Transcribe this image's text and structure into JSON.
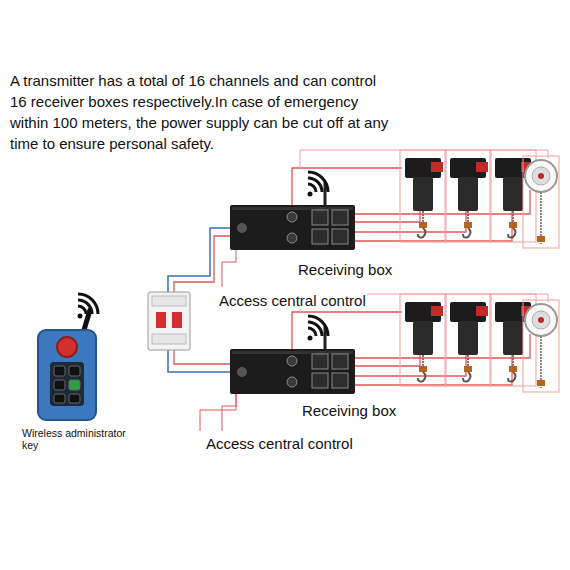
{
  "diagram": {
    "title": "A transmitter has a total of 16 channels and can control 16 receiver boxes respectively.In case of emergency within 100 meters, the power supply can be cut off at any time to ensure personal safety.",
    "nodes": [
      {
        "text": [
          "Wireless administrator key"
        ]
      },
      {
        "text": [
          "Receiving box"
        ]
      },
      {
        "text": [
          "Receiving box"
        ]
      }
    ],
    "labels": [
      "Access central control",
      "Access central control"
    ]
  }
}
